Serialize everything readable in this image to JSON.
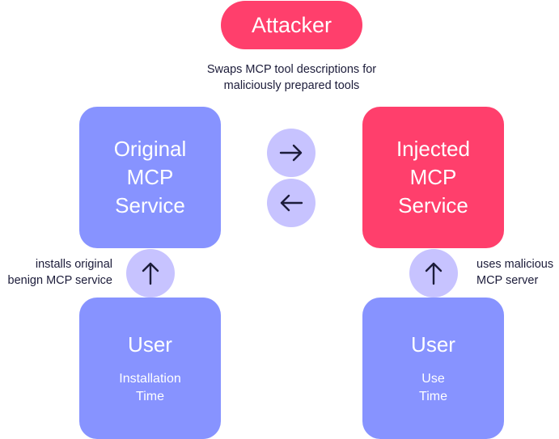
{
  "attacker": {
    "label": "Attacker",
    "description_line1": "Swaps MCP tool descriptions for",
    "description_line2": "maliciously prepared tools"
  },
  "original_service": {
    "line1": "Original",
    "line2": "MCP",
    "line3": "Service"
  },
  "injected_service": {
    "line1": "Injected",
    "line2": "MCP",
    "line3": "Service"
  },
  "user_installation": {
    "title": "User",
    "sub1": "Installation",
    "sub2": "Time"
  },
  "user_use": {
    "title": "User",
    "sub1": "Use",
    "sub2": "Time"
  },
  "left_edge": {
    "line1": "installs original",
    "line2": "benign MCP service"
  },
  "right_edge": {
    "line1": "uses malicious",
    "line2": "MCP server"
  },
  "icons": {
    "swap_forward": "arrow-right-icon",
    "swap_back": "arrow-left-icon",
    "install_up": "arrow-up-icon",
    "use_up": "arrow-up-icon"
  },
  "colors": {
    "attacker": "#ff3f6c",
    "service_benign": "#8793ff",
    "service_malicious": "#ff3f6c",
    "arrow_circle": "#c7c3ff",
    "arrow_stroke": "#1c1c3a",
    "text_dark": "#1c1c3a"
  }
}
